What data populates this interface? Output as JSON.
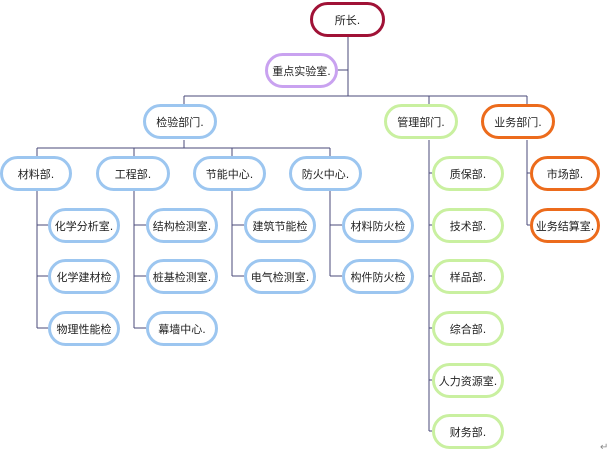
{
  "root": "所长.",
  "key_lab": "重点实验室.",
  "departments": [
    {
      "label": "检验部门.",
      "color": "#9cc6f0",
      "units": [
        {
          "label": "材料部.",
          "children": [
            "化学分析室.",
            "化学建材检",
            "物理性能检"
          ]
        },
        {
          "label": "工程部.",
          "children": [
            "结构检测室.",
            "桩基检测室.",
            "幕墙中心."
          ]
        },
        {
          "label": "节能中心.",
          "children": [
            "建筑节能检",
            "电气检测室."
          ]
        },
        {
          "label": "防火中心.",
          "children": [
            "材料防火检",
            "构件防火检"
          ]
        }
      ]
    },
    {
      "label": "管理部门.",
      "color": "#c9f0a0",
      "children": [
        "质保部.",
        "技术部.",
        "样品部.",
        "综合部.",
        "人力资源室.",
        "财务部."
      ]
    },
    {
      "label": "业务部门.",
      "color": "#ec6b1c",
      "children": [
        "市场部.",
        "业务结算室."
      ]
    }
  ],
  "colors": {
    "root": "#a01236",
    "key_lab": "#c9a2f0",
    "line": "#4a4a7a"
  },
  "return_mark": "↵"
}
